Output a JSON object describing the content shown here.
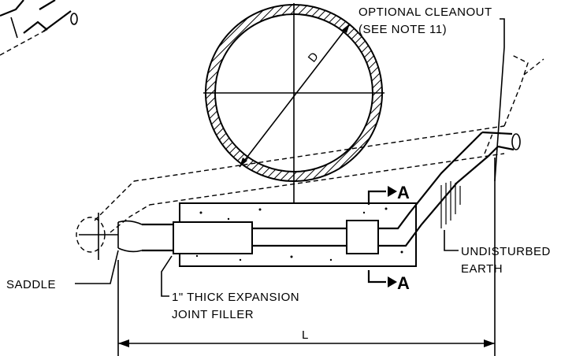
{
  "labels": {
    "cleanout_line1": "OPTIONAL CLEANOUT",
    "cleanout_line2": "(SEE NOTE 11)",
    "diameter": "D",
    "section_top": "A",
    "section_bottom": "A",
    "undisturbed_line1": "UNDISTURBED",
    "undisturbed_line2": "EARTH",
    "saddle": "SADDLE",
    "filler_line1": "1\" THICK EXPANSION",
    "filler_line2": "JOINT FILLER",
    "length": "L"
  }
}
